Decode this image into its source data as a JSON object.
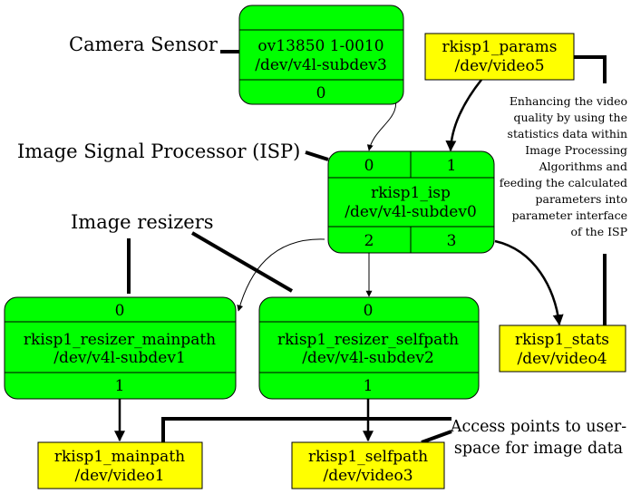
{
  "annotations": {
    "camera_sensor": "Camera Sensor",
    "isp": "Image Signal Processor (ISP)",
    "resizers": "Image resizers",
    "params_description": [
      "Enhancing the video",
      "quality by using the",
      "statistics data within",
      "Image Processing",
      "Algorithms and",
      "feeding the calculated",
      "parameters into",
      "parameter interface",
      "of the ISP"
    ],
    "access_points": [
      "Access points to user-",
      "space for image data"
    ]
  },
  "nodes": {
    "sensor": {
      "name": "ov13850 1-0010",
      "device": "/dev/v4l-subdev3",
      "pad0": "0"
    },
    "params": {
      "name": "rkisp1_params",
      "device": "/dev/video5"
    },
    "isp": {
      "name": "rkisp1_isp",
      "device": "/dev/v4l-subdev0",
      "pad0": "0",
      "pad1": "1",
      "pad2": "2",
      "pad3": "3"
    },
    "resizer_main": {
      "name": "rkisp1_resizer_mainpath",
      "device": "/dev/v4l-subdev1",
      "pad0": "0",
      "pad1": "1"
    },
    "resizer_self": {
      "name": "rkisp1_resizer_selfpath",
      "device": "/dev/v4l-subdev2",
      "pad0": "0",
      "pad1": "1"
    },
    "stats": {
      "name": "rkisp1_stats",
      "device": "/dev/video4"
    },
    "mainpath": {
      "name": "rkisp1_mainpath",
      "device": "/dev/video1"
    },
    "selfpath": {
      "name": "rkisp1_selfpath",
      "device": "/dev/video3"
    }
  }
}
